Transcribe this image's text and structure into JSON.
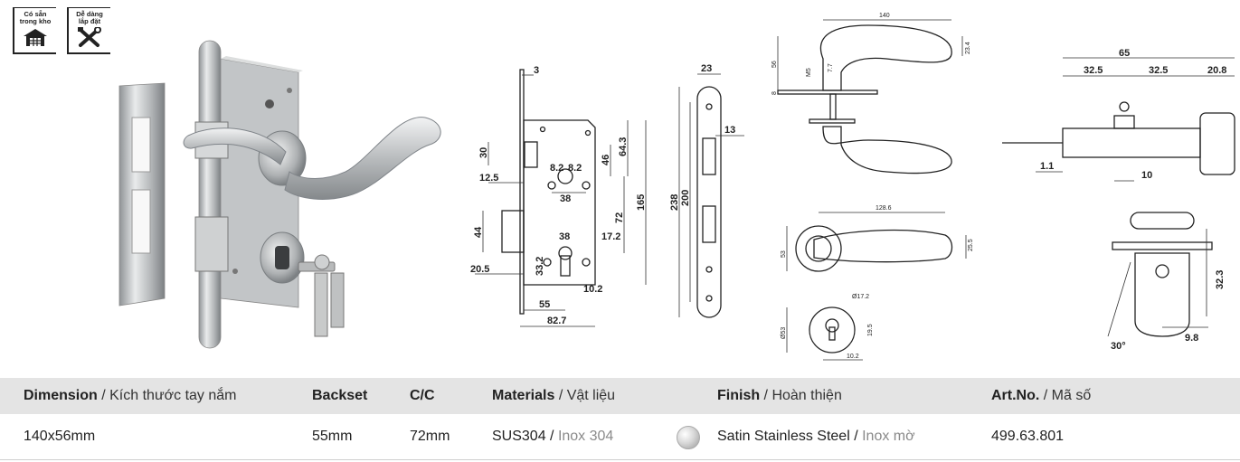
{
  "badges": [
    {
      "line1": "Có sẵn",
      "line2": "trong kho",
      "icon": "warehouse-icon"
    },
    {
      "line1": "Dễ dàng",
      "line2": "lắp đặt",
      "icon": "tools-icon"
    }
  ],
  "drawing1": {
    "d3": "3",
    "d30": "30",
    "d12_5": "12.5",
    "d8_2": "8.2",
    "d8_2b": "8.2",
    "d46": "46",
    "d64_3": "64.3",
    "d38": "38",
    "d165": "165",
    "d72": "72",
    "d44": "44",
    "d38b": "38",
    "d17_2": "17.2",
    "d33_2": "33.2",
    "d20_5": "20.5",
    "d10_2": "10.2",
    "d55": "55",
    "d82_7": "82.7"
  },
  "drawing2": {
    "d23": "23",
    "d13": "13",
    "d238": "238",
    "d200": "200"
  },
  "drawing3": {
    "d140": "140",
    "d23_4": "23.4",
    "d56": "56",
    "dM5": "M5",
    "d7_7": "7.7",
    "d8": "8",
    "d128_6": "128.6",
    "d25_5": "25.5",
    "d53": "53",
    "d17_2": "Ø17.2",
    "d53b": "Ø53",
    "d19_5": "19.5",
    "d10_2": "10.2",
    "d53c": "Ø53"
  },
  "drawing4": {
    "d65": "65",
    "d32_5a": "32.5",
    "d32_5b": "32.5",
    "d20_8": "20.8",
    "d1_1": "1.1",
    "d10": "10",
    "d32_3": "32.3",
    "d30deg": "30°",
    "d9_8": "9.8"
  },
  "table": {
    "headers": {
      "dimension_bold": "Dimension",
      "dimension_light": " / Kích thước tay nắm",
      "backset": "Backset",
      "cc": "C/C",
      "materials_bold": "Materials",
      "materials_light": " / Vật liệu",
      "finish_bold": "Finish",
      "finish_light": " / Hoàn thiện",
      "artno_bold": "Art.No.",
      "artno_light": " / Mã số"
    },
    "row": {
      "dimension": "140x56mm",
      "backset": "55mm",
      "cc": "72mm",
      "material_main": "SUS304",
      "material_sep": " / ",
      "material_alt": "Inox 304",
      "finish_main": "Satin Stainless Steel",
      "finish_sep": " / ",
      "finish_alt": "Inox mờ",
      "artno": "499.63.801"
    }
  }
}
